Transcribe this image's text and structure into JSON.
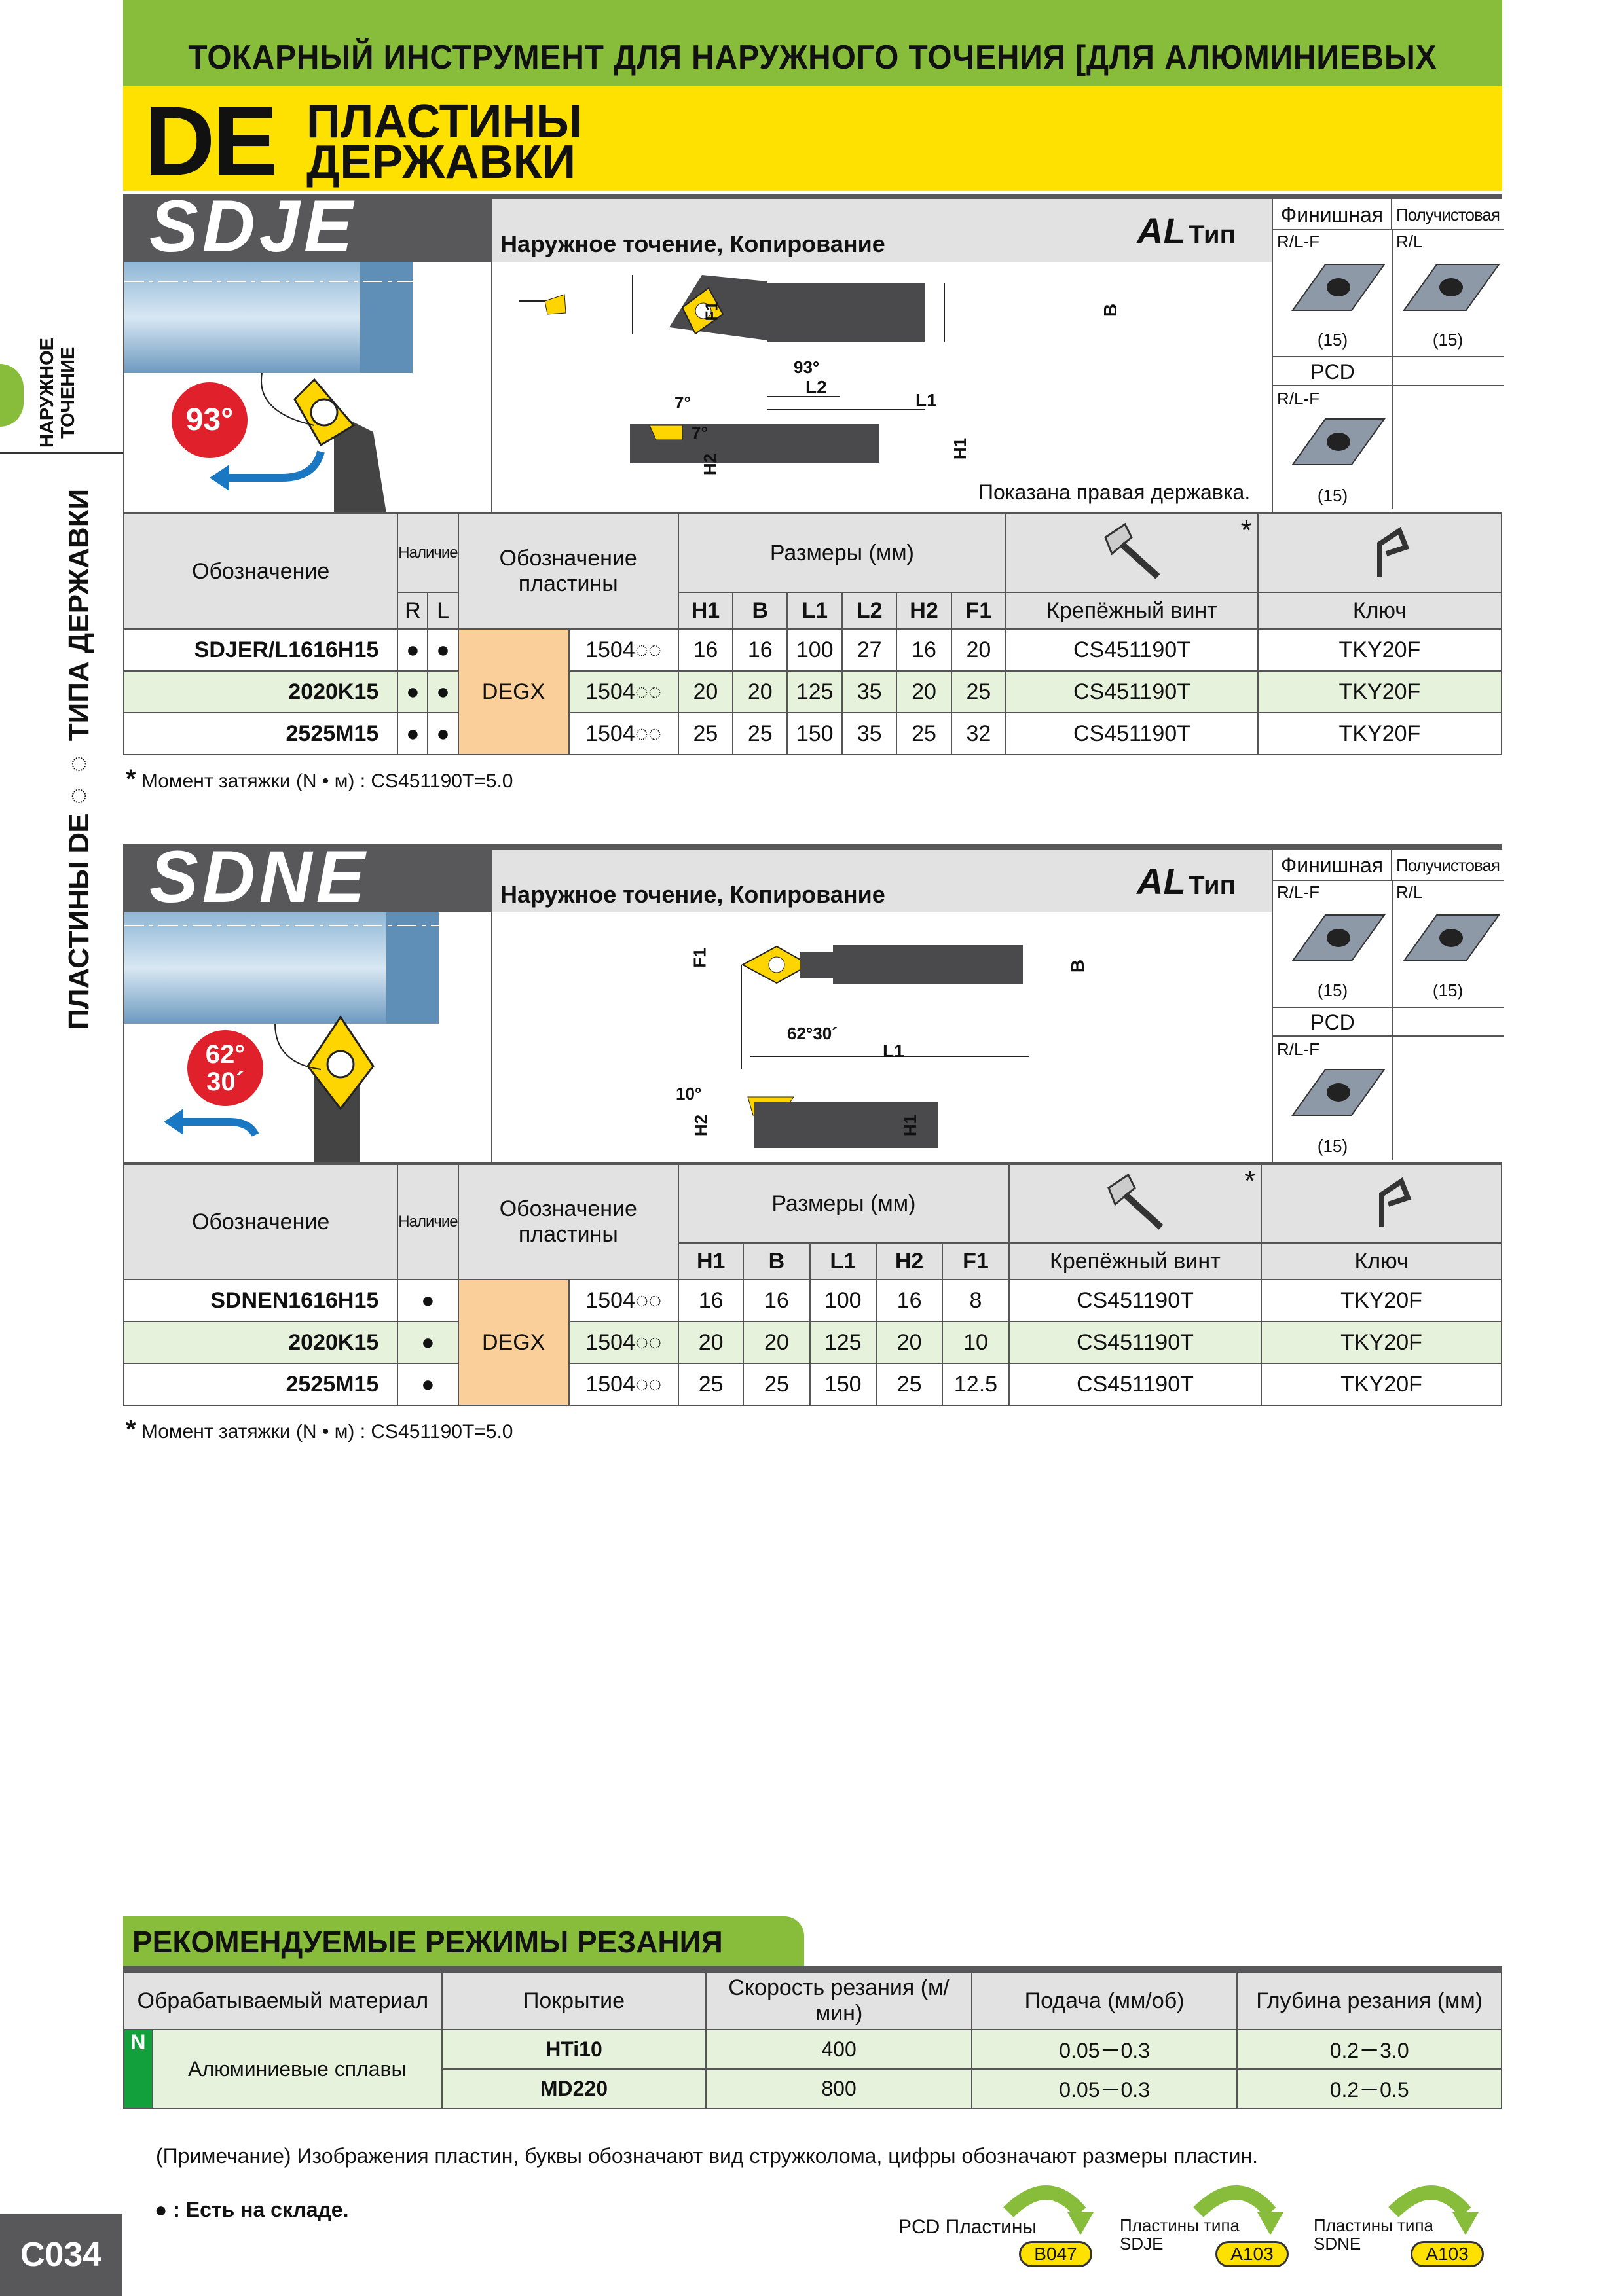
{
  "header": {
    "title": "ТОКАРНЫЙ ИНСТРУМЕНТ ДЛЯ НАРУЖНОГО ТОЧЕНИЯ [ДЛЯ АЛЮМИНИЕВЫХ СПЛАВОВ]",
    "de": "DE",
    "line1": "ПЛАСТИНЫ",
    "line2": "ДЕРЖАВКИ"
  },
  "side": {
    "small": "НАРУЖНОЕ ТОЧЕНИЕ",
    "big": "ПЛАСТИНЫ DE◌◌ ТИПА ДЕРЖАВКИ"
  },
  "sdje": {
    "name": "SDJE",
    "subtitle": "Наружное точение, Копирование",
    "al": "AL",
    "tip": "Тип",
    "angle": "93°",
    "shown": "Показана правая державка.",
    "ins": {
      "fin": "Финишная",
      "semi": "Получистовая",
      "rl_f": "R/L-F",
      "rl": "R/L",
      "n15": "(15)",
      "pcd": "PCD"
    },
    "dims": {
      "f1": "F1",
      "b": "B",
      "l1": "L1",
      "l2": "L2",
      "h1": "H1",
      "h2": "H2",
      "a7": "7°",
      "a93": "93°"
    },
    "table": {
      "h_design": "Обозначение",
      "h_avail": "Наличие",
      "h_r": "R",
      "h_l": "L",
      "h_insert": "Обозначение пластины",
      "h_sizes": "Размеры (мм)",
      "h_screw": "Крепёжный винт",
      "h_key": "Ключ",
      "star": "*",
      "cols": [
        "H1",
        "B",
        "L1",
        "L2",
        "H2",
        "F1"
      ],
      "insert": "DEGX",
      "rows": [
        {
          "name": "SDJER/L1616H15",
          "r": "●",
          "l": "●",
          "code": "1504◌◌",
          "v": [
            "16",
            "16",
            "100",
            "27",
            "16",
            "20"
          ],
          "screw": "CS451190T",
          "key": "TKY20F"
        },
        {
          "name": "2020K15",
          "r": "●",
          "l": "●",
          "code": "1504◌◌",
          "v": [
            "20",
            "20",
            "125",
            "35",
            "20",
            "25"
          ],
          "screw": "CS451190T",
          "key": "TKY20F"
        },
        {
          "name": "2525M15",
          "r": "●",
          "l": "●",
          "code": "1504◌◌",
          "v": [
            "25",
            "25",
            "150",
            "35",
            "25",
            "32"
          ],
          "screw": "CS451190T",
          "key": "TKY20F"
        }
      ]
    },
    "note": "Момент затяжки (N • м) : CS451190T=5.0",
    "note_star": "*"
  },
  "sdne": {
    "name": "SDNE",
    "subtitle": "Наружное точение, Копирование",
    "al": "AL",
    "tip": "Тип",
    "angle1": "62°",
    "angle2": "30´",
    "ins": {
      "fin": "Финишная",
      "semi": "Получистовая",
      "rl_f": "R/L-F",
      "rl": "R/L",
      "n15": "(15)",
      "pcd": "PCD"
    },
    "dims": {
      "f1": "F1",
      "b": "B",
      "l1": "L1",
      "h1": "H1",
      "h2": "H2",
      "a10": "10°",
      "a62": "62°30´"
    },
    "table": {
      "h_design": "Обозначение",
      "h_avail": "Наличие",
      "h_insert": "Обозначение пластины",
      "h_sizes": "Размеры (мм)",
      "h_screw": "Крепёжный винт",
      "h_key": "Ключ",
      "star": "*",
      "cols": [
        "H1",
        "B",
        "L1",
        "H2",
        "F1"
      ],
      "insert": "DEGX",
      "rows": [
        {
          "name": "SDNEN1616H15",
          "a": "●",
          "code": "1504◌◌",
          "v": [
            "16",
            "16",
            "100",
            "16",
            "8"
          ],
          "screw": "CS451190T",
          "key": "TKY20F"
        },
        {
          "name": "2020K15",
          "a": "●",
          "code": "1504◌◌",
          "v": [
            "20",
            "20",
            "125",
            "20",
            "10"
          ],
          "screw": "CS451190T",
          "key": "TKY20F"
        },
        {
          "name": "2525M15",
          "a": "●",
          "code": "1504◌◌",
          "v": [
            "25",
            "25",
            "150",
            "25",
            "12.5"
          ],
          "screw": "CS451190T",
          "key": "TKY20F"
        }
      ]
    },
    "note": "Момент затяжки (N • м) : CS451190T=5.0",
    "note_star": "*"
  },
  "rec": {
    "title": "РЕКОМЕНДУЕМЫЕ РЕЖИМЫ РЕЗАНИЯ",
    "headers": [
      "Обрабатываемый материал",
      "Покрытие",
      "Скорость резания (м/мин)",
      "Подача (мм/об)",
      "Глубина резания (мм)"
    ],
    "group": "N",
    "material": "Алюминиевые сплавы",
    "rows": [
      {
        "coat": "HTi10",
        "speed": "400",
        "feed": "0.05－0.3",
        "depth": "0.2－3.0"
      },
      {
        "coat": "MD220",
        "speed": "800",
        "feed": "0.05－0.3",
        "depth": "0.2－0.5"
      }
    ]
  },
  "footer": {
    "remark": "(Примечание) Изображения пластин, буквы обозначают вид стружколома, цифры обозначают размеры пластин.",
    "stock_dot": "●",
    "stock": ": Есть на складе.",
    "page": "C034",
    "links": [
      {
        "label": "PCD Пластины",
        "ref": "B047"
      },
      {
        "label": "Пластины типа SDJE",
        "ref": "A103"
      },
      {
        "label": "Пластины типа SDNE",
        "ref": "A103"
      }
    ]
  },
  "colors": {
    "green": "#88bd3c",
    "yellow": "#ffe100",
    "dark": "#58585a",
    "orange": "#fbcf99",
    "red": "#e0202a",
    "blue": "#1a78c2"
  }
}
